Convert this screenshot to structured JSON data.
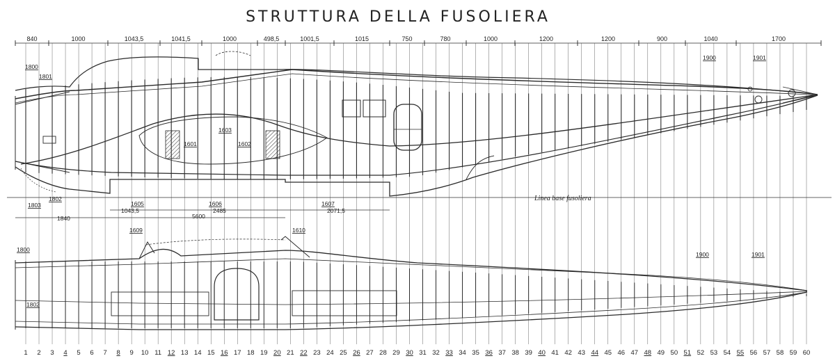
{
  "title": "STRUTTURA DELLA FUSOLIERA",
  "top_dimensions": [
    "840",
    "1000",
    "1043,5",
    "1041,5",
    "1000",
    "498,5",
    "1001,5",
    "1015",
    "750",
    "780",
    "1000",
    "1200",
    "1200",
    "900",
    "1040",
    "1700"
  ],
  "lower_dimensions": {
    "d1": "1043,5",
    "d2": "2485",
    "d3": "2071,5",
    "d4": "1840",
    "d5": "5600"
  },
  "baseline_label": "Linea base fusoliera",
  "side_view_parts": [
    "1800",
    "1801",
    "1802",
    "1803",
    "1601",
    "1602",
    "1603",
    "1605",
    "1606",
    "1607",
    "1900",
    "1901"
  ],
  "plan_view_parts": [
    "1800",
    "1802",
    "1609",
    "1610",
    "1900",
    "1901"
  ],
  "frames": [
    "1",
    "2",
    "3",
    "4",
    "5",
    "6",
    "7",
    "8",
    "9",
    "10",
    "11",
    "12",
    "13",
    "14",
    "15",
    "16",
    "17",
    "18",
    "19",
    "20",
    "21",
    "22",
    "23",
    "24",
    "25",
    "26",
    "27",
    "28",
    "29",
    "30",
    "31",
    "32",
    "33",
    "34",
    "35",
    "36",
    "37",
    "38",
    "39",
    "40",
    "41",
    "42",
    "43",
    "44",
    "45",
    "46",
    "47",
    "48",
    "49",
    "50",
    "51",
    "52",
    "53",
    "54",
    "55",
    "56",
    "57",
    "58",
    "59",
    "60"
  ],
  "underlined_frames": [
    "4",
    "8",
    "12",
    "16",
    "20",
    "22",
    "26",
    "30",
    "33",
    "36",
    "40",
    "44",
    "48",
    "51",
    "55"
  ]
}
